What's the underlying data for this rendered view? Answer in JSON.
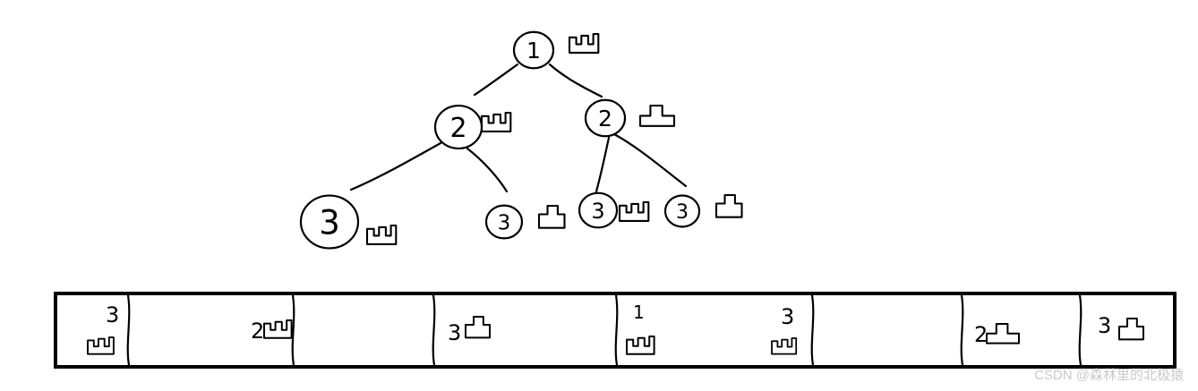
{
  "tree": {
    "nodes": [
      {
        "id": "root",
        "label": "1",
        "shape": "shape-a"
      },
      {
        "id": "l",
        "label": "2",
        "shape": "shape-a"
      },
      {
        "id": "r",
        "label": "2",
        "shape": "shape-b"
      },
      {
        "id": "ll",
        "label": "3",
        "shape": "shape-a"
      },
      {
        "id": "lr",
        "label": "3",
        "shape": "shape-c"
      },
      {
        "id": "rl",
        "label": "3",
        "shape": "shape-a"
      },
      {
        "id": "rr",
        "label": "3",
        "shape": "shape-c"
      }
    ],
    "edges": [
      [
        "root",
        "l"
      ],
      [
        "root",
        "r"
      ],
      [
        "l",
        "ll"
      ],
      [
        "l",
        "lr"
      ],
      [
        "r",
        "rl"
      ],
      [
        "r",
        "rr"
      ]
    ]
  },
  "strip": {
    "cells": [
      {
        "top_label": "3",
        "shape": "shape-a"
      },
      {
        "side_label": "2",
        "shape": "shape-a"
      },
      {
        "side_label": "3",
        "shape": "shape-c"
      },
      {
        "left_label": "1",
        "left_shape": "shape-a",
        "right_label": "3",
        "right_shape": "shape-a"
      },
      {},
      {
        "side_label": "2",
        "shape": "shape-b"
      },
      {
        "side_label": "3",
        "shape": "shape-c"
      }
    ]
  },
  "watermark": "CSDN @森林里的北极猿"
}
